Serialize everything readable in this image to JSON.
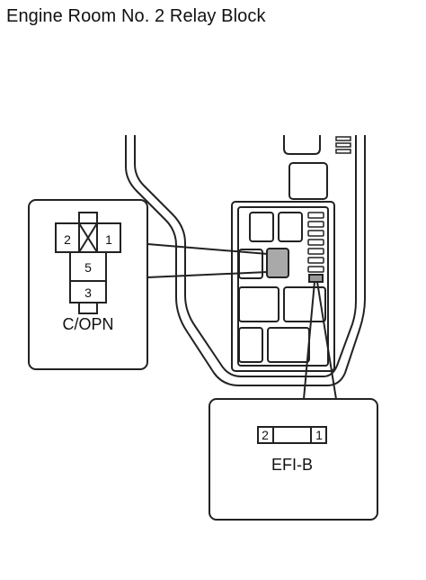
{
  "title": "Engine Room No. 2 Relay Block",
  "callouts": {
    "relay": {
      "name": "C/OPN",
      "pins": {
        "top_left": "2",
        "top_right": "1",
        "middle": "5",
        "bottom": "3"
      }
    },
    "fuse": {
      "name": "EFI-B",
      "pins": {
        "left": "2",
        "right": "1"
      }
    }
  }
}
